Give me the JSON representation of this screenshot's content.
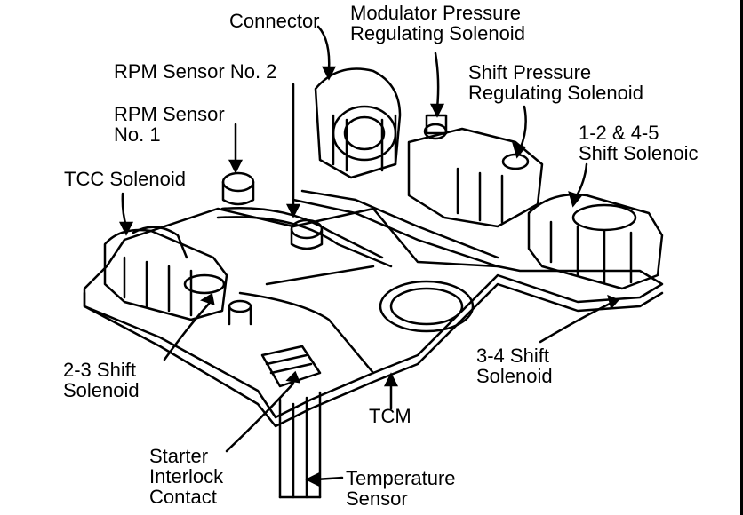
{
  "labels": {
    "connector": [
      "Connector"
    ],
    "modulator": [
      "Modulator Pressure",
      "Regulating Solenoid"
    ],
    "rpm2": [
      "RPM Sensor No. 2"
    ],
    "shift_pressure": [
      "Shift Pressure",
      "Regulating Solenoid"
    ],
    "rpm1": [
      "RPM Sensor",
      "No. 1"
    ],
    "shift_12_45": [
      "1-2 & 4-5",
      "Shift Solenoic"
    ],
    "tcc": [
      "TCC Solenoid"
    ],
    "shift_23": [
      "2-3 Shift",
      "Solenoid"
    ],
    "shift_34": [
      "3-4 Shift",
      "Solenoid"
    ],
    "tcm": [
      "TCM"
    ],
    "starter": [
      "Starter",
      "Interlock",
      "Contact"
    ],
    "temperature": [
      "Temperature",
      "Sensor"
    ]
  },
  "colors": {
    "ink": "#000000",
    "paper": "#ffffff"
  }
}
